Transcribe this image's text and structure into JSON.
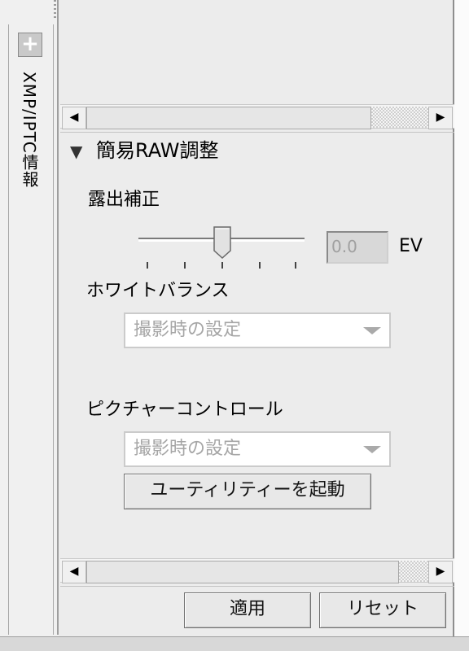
{
  "side_tab": {
    "expand_symbol": "+",
    "label": "XMP/IPTC情報"
  },
  "section": {
    "collapse_symbol": "▼",
    "title": "簡易RAW調整"
  },
  "exposure": {
    "label": "露出補正",
    "value": "0.0",
    "unit": "EV",
    "slider_position": 0.5
  },
  "white_balance": {
    "label": "ホワイトバランス",
    "selected": "撮影時の設定"
  },
  "picture_control": {
    "label": "ピクチャーコントロール",
    "selected": "撮影時の設定",
    "launch_button": "ユーティリティーを起動"
  },
  "footer": {
    "apply_button": "適用",
    "reset_button": "リセット"
  },
  "scroll_arrows": {
    "left": "◀",
    "right": "▶"
  }
}
